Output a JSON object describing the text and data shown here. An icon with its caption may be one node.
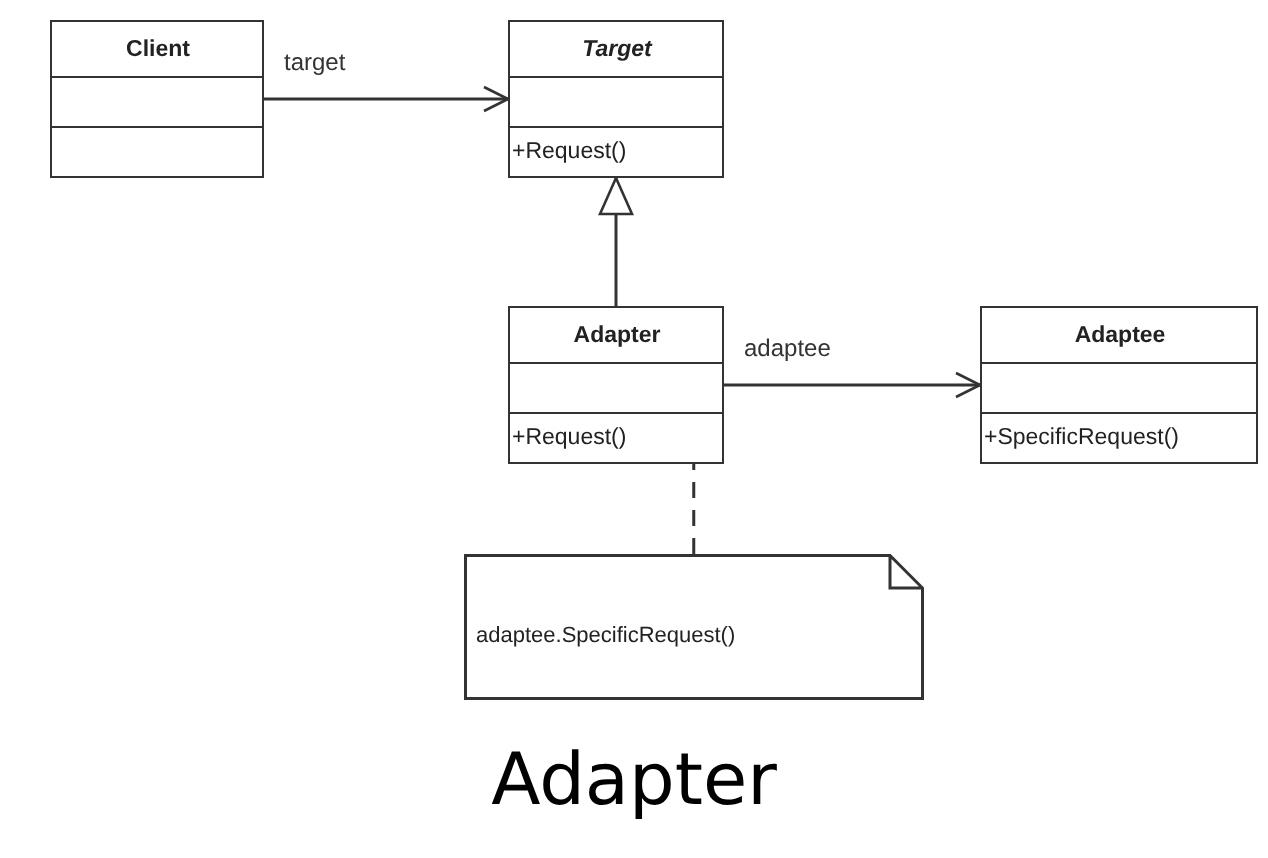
{
  "diagram": {
    "title": "Adapter",
    "nodes": [
      {
        "text": [
          "Client"
        ]
      },
      {
        "text": [
          "Target",
          "+Request()"
        ]
      },
      {
        "text": [
          "Adapter",
          "+Request()"
        ]
      },
      {
        "text": [
          "Adaptee",
          "+SpecificRequest()"
        ]
      },
      {
        "text": [
          "adaptee.SpecificRequest()"
        ]
      }
    ],
    "edges": [
      {
        "from": 0,
        "to": 1,
        "arrow": "to",
        "label": "target"
      },
      {
        "from": 2,
        "to": 1,
        "arrow": "to"
      },
      {
        "from": 2,
        "to": 3,
        "arrow": "to",
        "label": "adaptee"
      },
      {
        "from": 4,
        "to": 2,
        "arrow": "none",
        "style": "dashed"
      }
    ]
  }
}
